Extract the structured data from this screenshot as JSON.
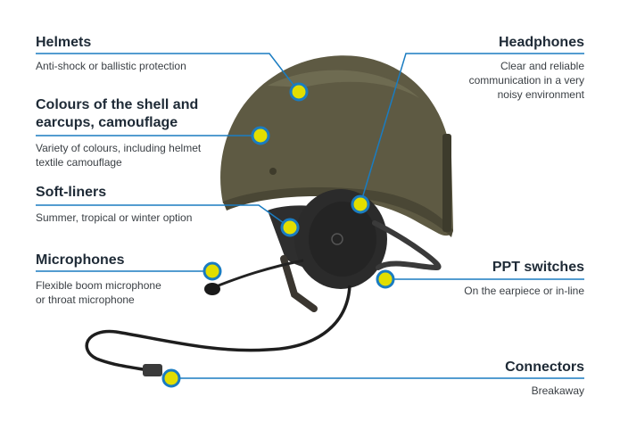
{
  "colors": {
    "accent_line": "#1a7cc1",
    "dot_fill": "#e2de00",
    "dot_ring": "#1a7cc1",
    "helmet": "#5e5a43",
    "earcup": "#2b2b2b"
  },
  "callouts": {
    "helmets": {
      "title": "Helmets",
      "desc": "Anti-shock or ballistic protection"
    },
    "colours": {
      "title_line1": "Colours of the shell and",
      "title_line2": "earcups, camouflage",
      "desc_line1": "Variety of colours, including helmet",
      "desc_line2": "textile camouflage"
    },
    "softliners": {
      "title": "Soft-liners",
      "desc": "Summer, tropical or winter option"
    },
    "microphones": {
      "title": "Microphones",
      "desc_line1": "Flexible boom microphone",
      "desc_line2": "or throat microphone"
    },
    "headphones": {
      "title": "Headphones",
      "desc_line1": "Clear and reliable",
      "desc_line2": "communication in a very",
      "desc_line3": "noisy environment"
    },
    "ppt": {
      "title": "PPT switches",
      "desc": "On the earpiece or in-line"
    },
    "connectors": {
      "title": "Connectors",
      "desc": "Breakaway"
    }
  }
}
